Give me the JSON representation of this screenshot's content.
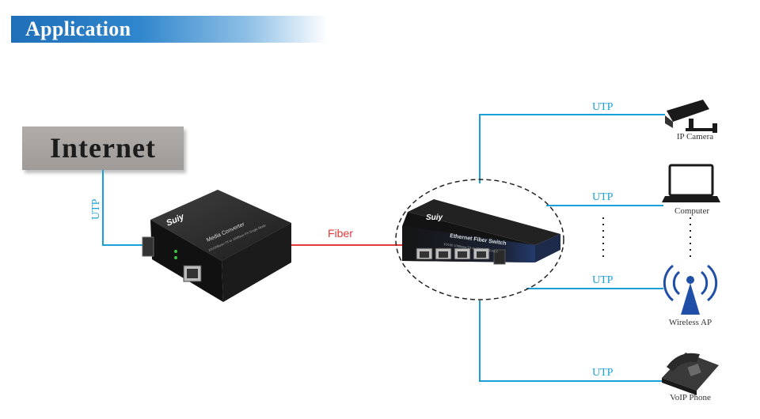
{
  "header": {
    "title": "Application"
  },
  "internet": {
    "label": "Internet"
  },
  "links": {
    "internet_utp": "UTP",
    "fiber": "Fiber",
    "camera_utp": "UTP",
    "computer_utp": "UTP",
    "ap_utp": "UTP",
    "phone_utp": "UTP"
  },
  "media_converter": {
    "brand": "Suiy",
    "name": "Media Converter",
    "spec": "10/100Base-TX to 100Base-FX Single Mode"
  },
  "fiber_switch": {
    "brand": "Suiy",
    "name": "Ethernet Fiber Switch",
    "spec": "10/100 100Base-TX to 100Base-FX/LX"
  },
  "devices": {
    "camera": "IP Camera",
    "computer": "Computer",
    "wireless_ap": "Wireless AP",
    "phone": "VoIP Phone"
  },
  "colors": {
    "utp_line": "#1aa0d8",
    "fiber_line": "#e23a3a",
    "header_blue": "#2f86cc"
  }
}
